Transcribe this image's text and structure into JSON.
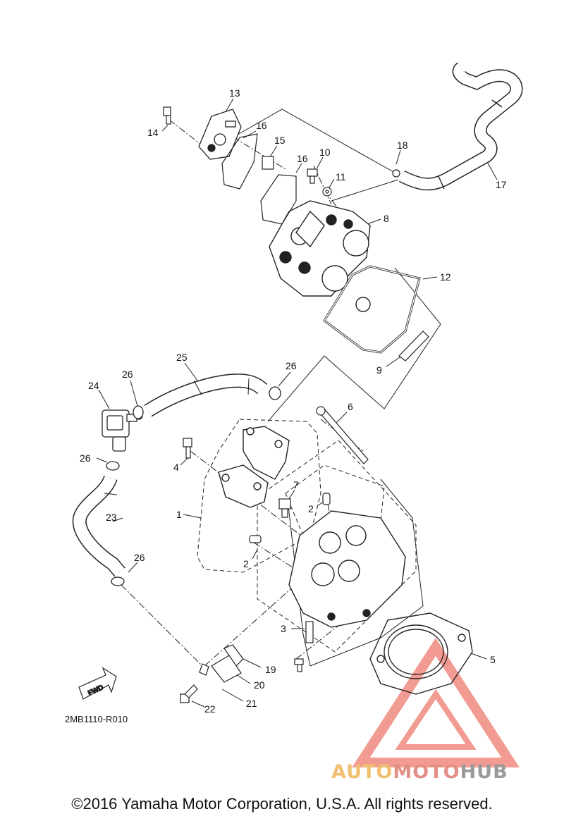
{
  "diagram": {
    "code": "2MB1110-R010",
    "fwd_label": "FWD",
    "callouts": [
      "1",
      "2",
      "2",
      "3",
      "4",
      "5",
      "6",
      "7",
      "8",
      "9",
      "10",
      "11",
      "12",
      "13",
      "14",
      "15",
      "16",
      "16",
      "17",
      "18",
      "19",
      "20",
      "21",
      "22",
      "23",
      "24",
      "25",
      "26",
      "26",
      "26",
      "26"
    ]
  },
  "watermark": {
    "brand_part1": "AUTO",
    "brand_part2": "MOTO",
    "brand_part3": "HUB",
    "colors": {
      "auto": "#f0c070",
      "moto": "#e48f86",
      "hub": "#9a9a9a",
      "triangle": "#f08a80"
    }
  },
  "footer": {
    "copyright": "©2016 Yamaha Motor Corporation, U.S.A. All rights reserved."
  }
}
